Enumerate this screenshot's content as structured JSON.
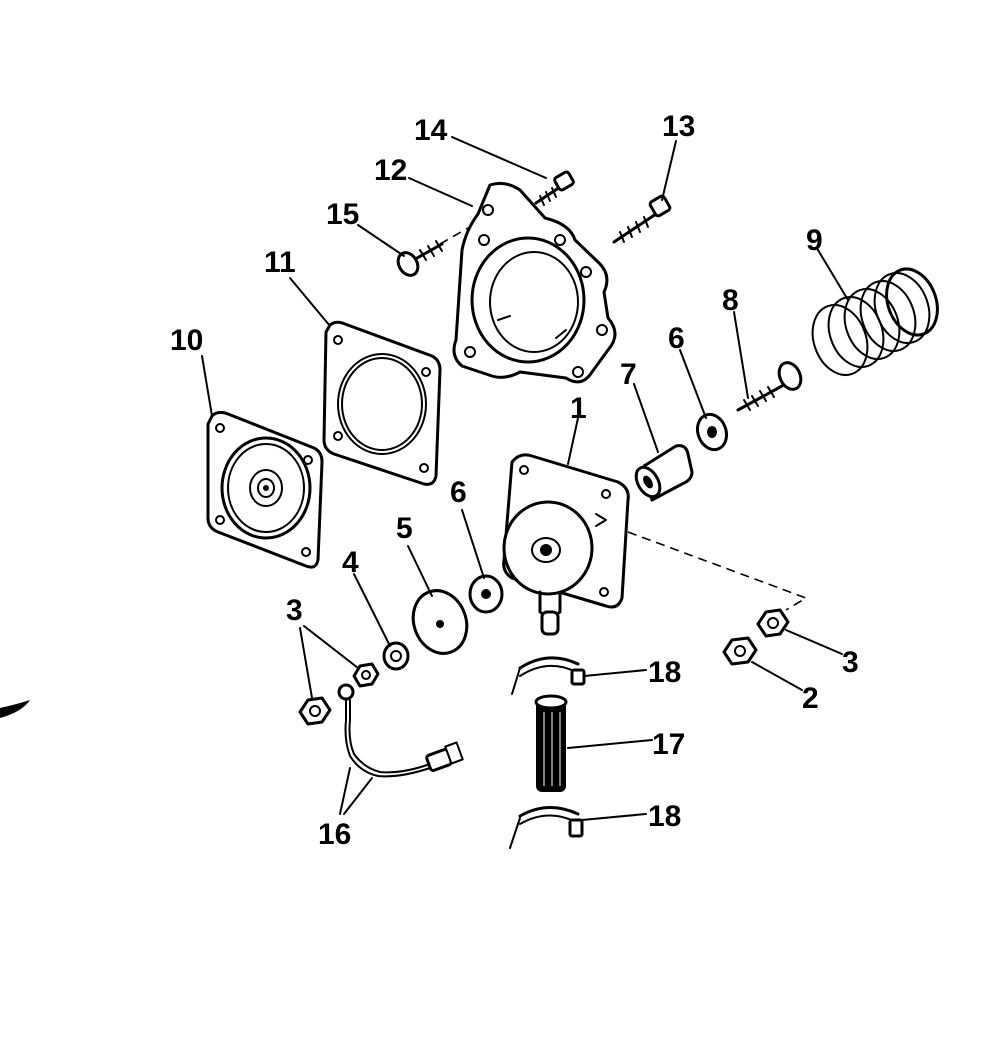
{
  "callouts": {
    "n1": "1",
    "n2": "2",
    "n3a": "3",
    "n3b": "3",
    "n4": "4",
    "n5": "5",
    "n6a": "6",
    "n6b": "6",
    "n7": "7",
    "n8": "8",
    "n9": "9",
    "n10": "10",
    "n11": "11",
    "n12": "12",
    "n13": "13",
    "n14": "14",
    "n15": "15",
    "n16": "16",
    "n17": "17",
    "n18a": "18",
    "n18b": "18"
  },
  "colors": {
    "ink": "#000000",
    "paper": "#ffffff"
  }
}
